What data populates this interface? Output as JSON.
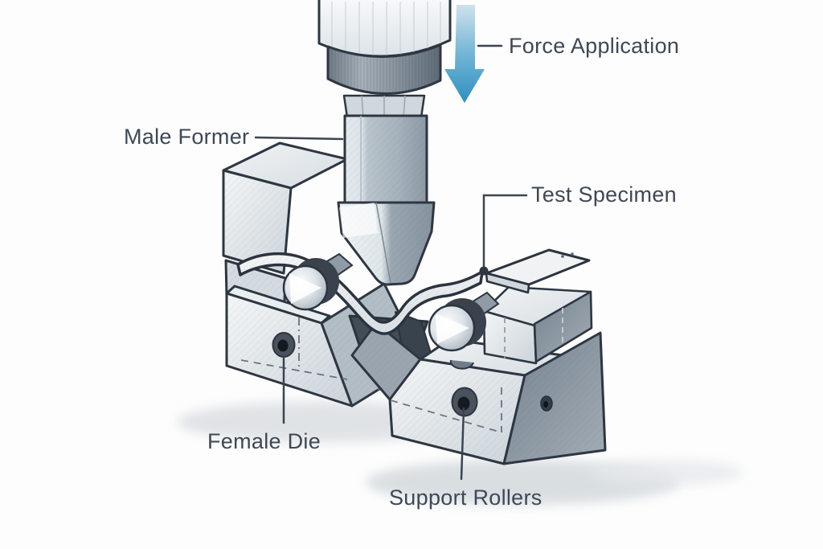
{
  "diagram": {
    "type": "technical-illustration",
    "subject": "three-point bend test apparatus",
    "labels": {
      "force_application": "Force Application",
      "male_former": "Male Former",
      "test_specimen": "Test Specimen",
      "female_die": "Female Die",
      "support_rollers": "Support Rollers"
    },
    "icons": {
      "force_arrow": "downward-gradient-arrow"
    },
    "colors": {
      "background": "#fdfdfd",
      "label_text": "#3e4856",
      "outline": "#2d3641",
      "leader_line": "#3b4451",
      "arrow_blue_top": "#cfe2ec",
      "arrow_blue_mid": "#73b5d6",
      "arrow_blue_bottom": "#2d8fc0",
      "metal_light": "#f4f6f7",
      "metal_mid": "#b9c4cc",
      "metal_dark": "#75828e",
      "hole_dark": "#14191f",
      "soft_shadow": "#d9dde1"
    }
  }
}
